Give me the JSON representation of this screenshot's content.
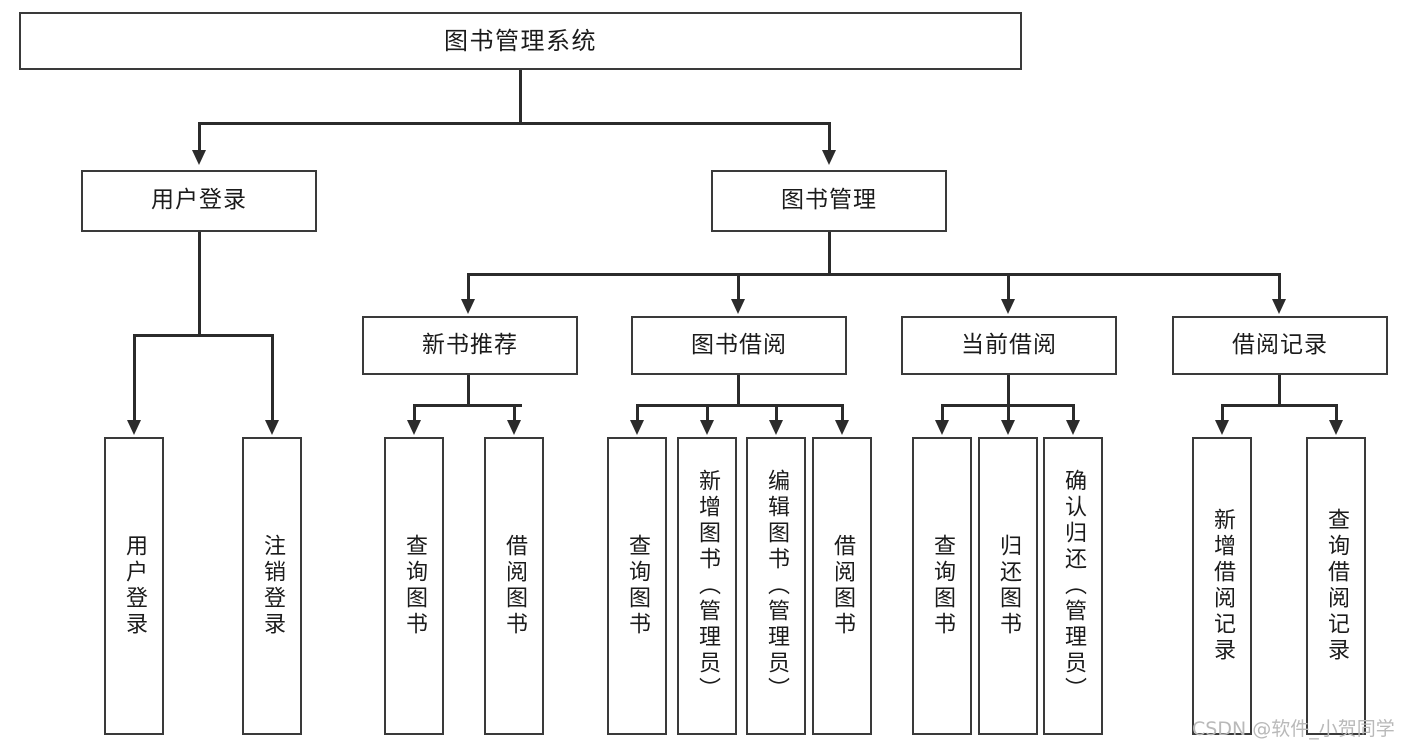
{
  "diagram": {
    "title": "图书管理系统",
    "watermark": "CSDN @软件_小贺同学",
    "colors": {
      "box_border": "#3a3a3a",
      "connector": "#2b2b2b",
      "background": "#ffffff",
      "text": "#1b1b1b",
      "watermark": "#b9b9b9"
    },
    "root": {
      "label": "图书管理系统"
    },
    "level2": [
      {
        "label": "用户登录"
      },
      {
        "label": "图书管理"
      }
    ],
    "level3": [
      {
        "label": "新书推荐"
      },
      {
        "label": "图书借阅"
      },
      {
        "label": "当前借阅"
      },
      {
        "label": "借阅记录"
      }
    ],
    "leaves": {
      "user_login": [
        {
          "label": "用户登录"
        },
        {
          "label": "注销登录"
        }
      ],
      "new_book": [
        {
          "label": "查询图书"
        },
        {
          "label": "借阅图书"
        }
      ],
      "book_borrow": [
        {
          "label": "查询图书"
        },
        {
          "label": "新增图书（管理员）"
        },
        {
          "label": "编辑图书（管理员）"
        },
        {
          "label": "借阅图书"
        }
      ],
      "current_borrow": [
        {
          "label": "查询图书"
        },
        {
          "label": "归还图书"
        },
        {
          "label": "确认归还（管理员）"
        }
      ],
      "borrow_record": [
        {
          "label": "新增借阅记录"
        },
        {
          "label": "查询借阅记录"
        }
      ]
    }
  }
}
